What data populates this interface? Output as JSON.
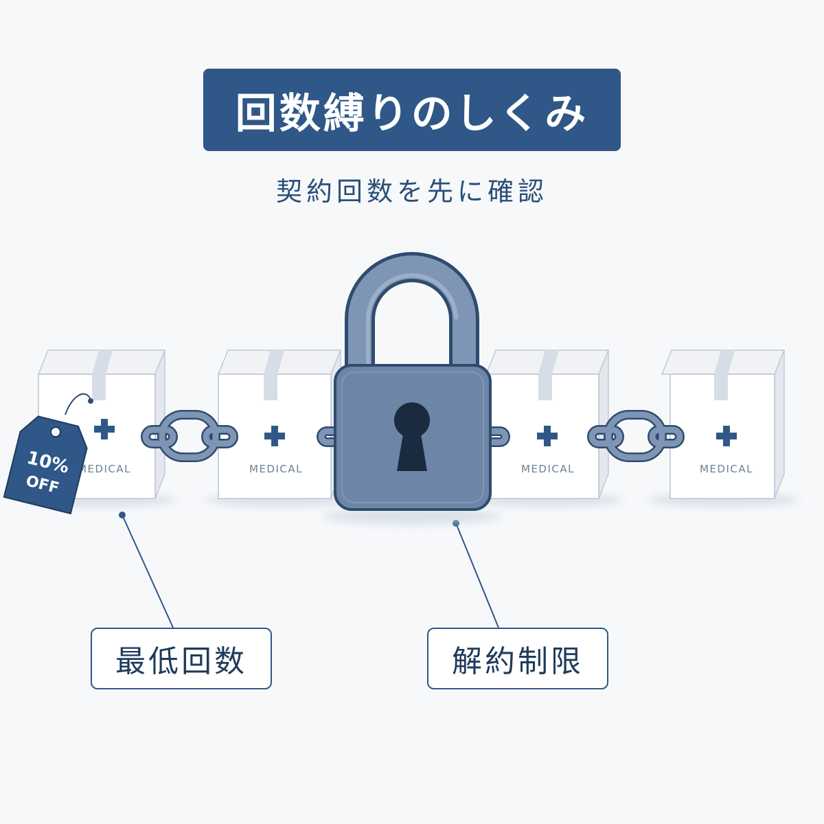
{
  "title": "回数縛りのしくみ",
  "subtitle": "契約回数を先に確認",
  "boxes": {
    "label": "MEDICAL"
  },
  "discount_tag": {
    "line1": "10%",
    "line2": "OFF"
  },
  "callouts": {
    "minimum_count": "最低回数",
    "cancel_restriction": "解約制限"
  },
  "colors": {
    "primary": "#2f5787",
    "lock_body": "#6d86a8",
    "box_face": "#ffffff",
    "background": "#f7f8fa"
  },
  "icons": [
    "padlock-icon",
    "chain-link-icon",
    "medical-cross-icon",
    "price-tag-icon"
  ]
}
